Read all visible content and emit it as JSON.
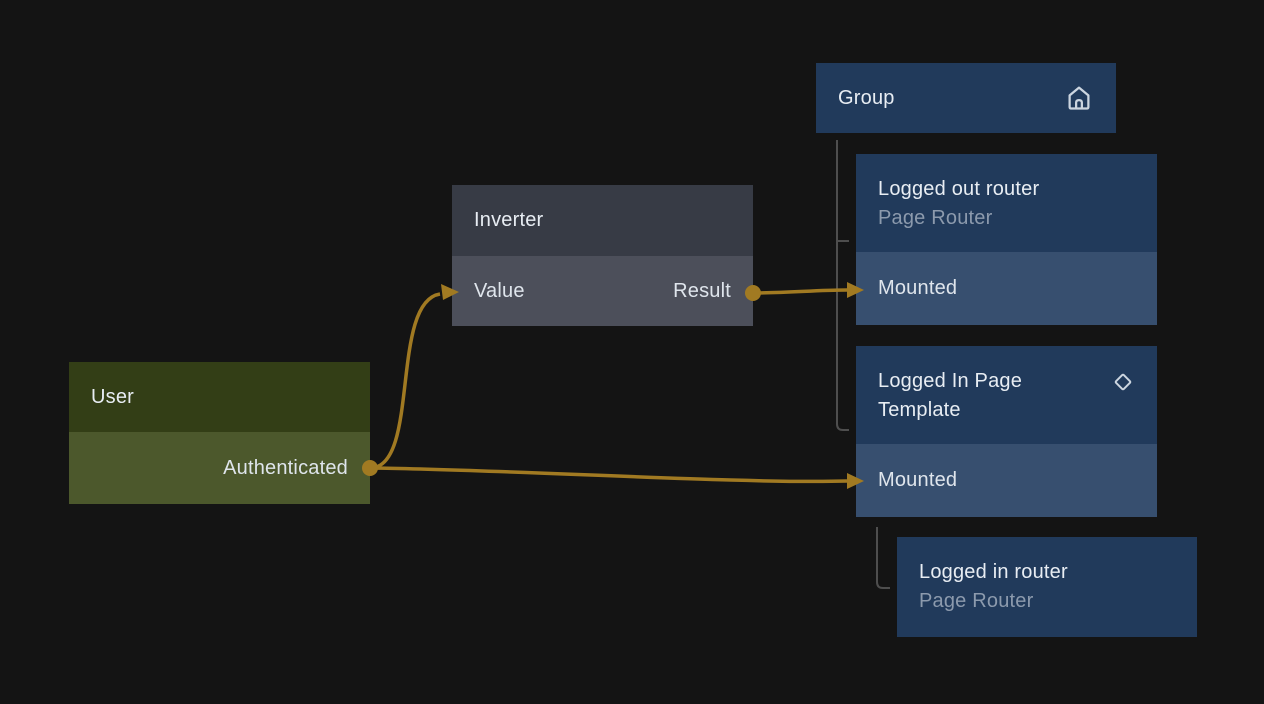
{
  "canvas": {
    "background": "#141414",
    "type": "node-graph-editor"
  },
  "colors": {
    "background": "#141414",
    "wire": "#a17a22",
    "tree_line": "#4e4e4e",
    "blue_node_header": "#213a5b",
    "blue_node_row": "#374f6f",
    "green_node_header": "#333e16",
    "green_node_row": "#4c582c",
    "gray_node_header": "#373b45",
    "gray_node_row": "#4c4f5a",
    "title_text": "#e8edf3",
    "subtitle_text": "#8c9aad",
    "icon_stroke": "#ccd5e0"
  },
  "nodes": {
    "user": {
      "title": "User",
      "output_port": "Authenticated"
    },
    "inverter": {
      "title": "Inverter",
      "input_port": "Value",
      "output_port": "Result"
    },
    "group": {
      "title": "Group",
      "icon": "home-icon"
    },
    "logged_out_router": {
      "title": "Logged out router",
      "subtitle": "Page Router",
      "port": "Mounted"
    },
    "logged_in_page_template": {
      "title": "Logged In Page Template",
      "icon": "diamond-icon",
      "port": "Mounted"
    },
    "logged_in_router": {
      "title": "Logged in router",
      "subtitle": "Page Router"
    }
  },
  "edges": [
    {
      "from": "User.Authenticated",
      "to": "Inverter.Value"
    },
    {
      "from": "User.Authenticated",
      "to": "Logged In Page Template.Mounted"
    },
    {
      "from": "Inverter.Result",
      "to": "Logged out router.Mounted"
    }
  ],
  "hierarchy": [
    {
      "parent": "Group",
      "children": [
        "Logged out router",
        "Logged In Page Template"
      ]
    },
    {
      "parent": "Logged In Page Template.Mounted",
      "children": [
        "Logged in router"
      ]
    }
  ]
}
